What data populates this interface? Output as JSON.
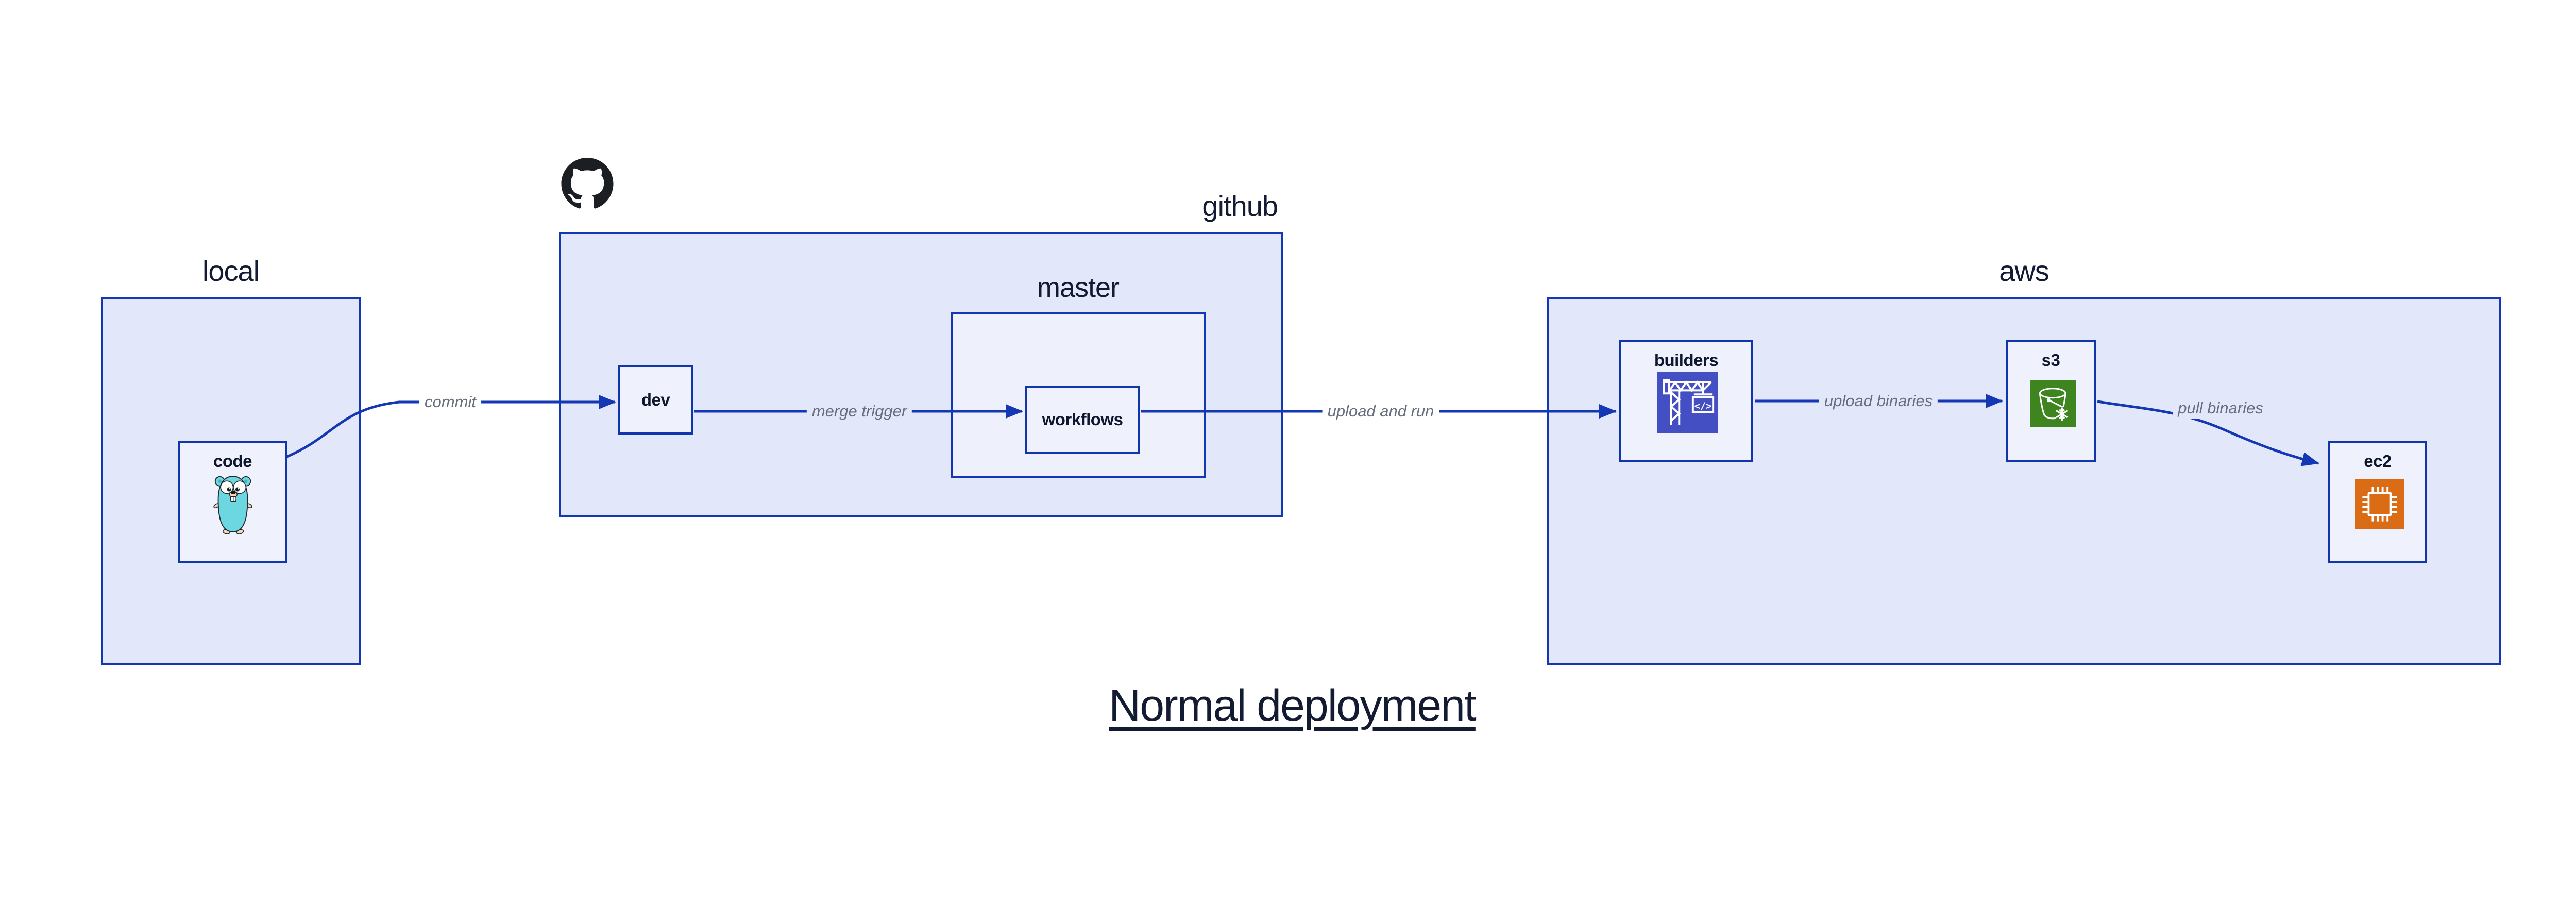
{
  "title": "Normal deployment",
  "containers": {
    "local": {
      "label": "local"
    },
    "github": {
      "label": "github"
    },
    "master": {
      "label": "master"
    },
    "aws": {
      "label": "aws"
    }
  },
  "nodes": {
    "code": {
      "label": "code",
      "icon": "go-gopher-icon"
    },
    "dev": {
      "label": "dev"
    },
    "workflows": {
      "label": "workflows"
    },
    "builders": {
      "label": "builders",
      "icon": "codebuild-crane-icon"
    },
    "s3": {
      "label": "s3",
      "icon": "s3-bucket-icon"
    },
    "ec2": {
      "label": "ec2",
      "icon": "ec2-chip-icon"
    }
  },
  "edges": [
    {
      "id": "commit",
      "label": "commit",
      "from": "local.code",
      "to": "github.dev"
    },
    {
      "id": "merge-trigger",
      "label": "merge trigger",
      "from": "github.dev",
      "to": "github.master.workflows"
    },
    {
      "id": "upload-and-run",
      "label": "upload and run",
      "from": "github.master.workflows",
      "to": "aws.builders"
    },
    {
      "id": "upload-binaries",
      "label": "upload binaries",
      "from": "aws.builders",
      "to": "aws.s3"
    },
    {
      "id": "pull-binaries",
      "label": "pull binaries",
      "from": "aws.s3",
      "to": "aws.ec2"
    }
  ],
  "icons": {
    "builders_code_glyph": "</>"
  },
  "colors": {
    "stroke_blue": "#1437b4",
    "container_fill": "#e2e7fa",
    "node_fill": "#eff2fc",
    "edge_label_grey": "#666d7c",
    "text_navy": "#131b33",
    "github_black": "#1b1f23",
    "codebuild_indigo": "#444fc4",
    "s3_green": "#3f851f",
    "ec2_orange": "#d96c15",
    "gopher_cyan": "#6cd7e0"
  }
}
